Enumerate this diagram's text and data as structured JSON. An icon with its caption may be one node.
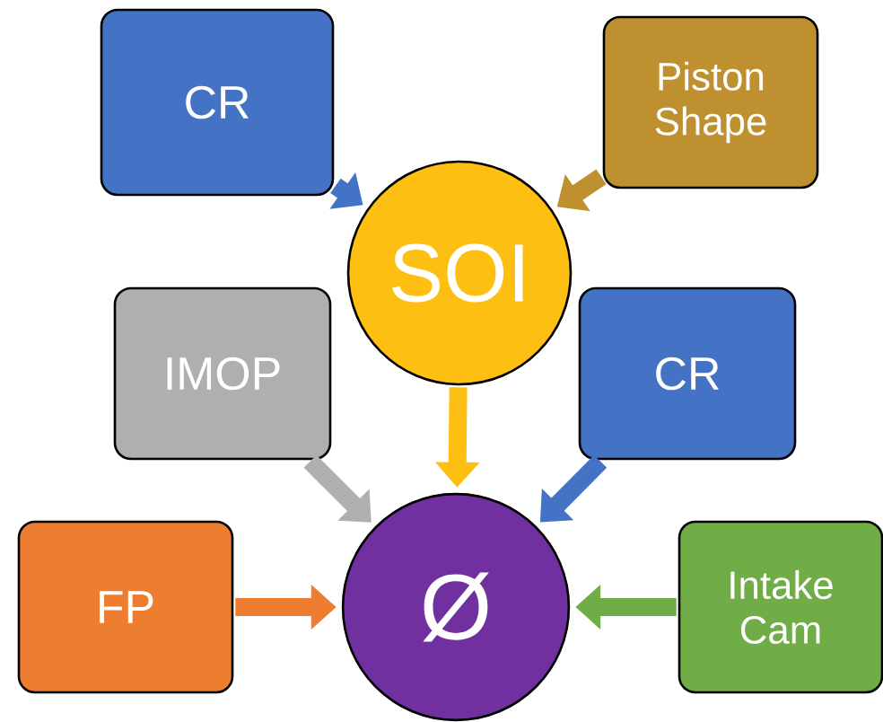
{
  "diagram": {
    "nodes": [
      {
        "text": [
          "CR"
        ]
      },
      {
        "text": [
          "Piston Shape"
        ]
      },
      {
        "text": [
          "SOI"
        ]
      },
      {
        "text": [
          "IMOP"
        ]
      },
      {
        "text": [
          "CR"
        ]
      },
      {
        "text": [
          "FP"
        ]
      },
      {
        "text": [
          "Ø"
        ]
      },
      {
        "text": [
          "Intake Cam"
        ]
      }
    ],
    "edges": [
      {
        "from": 0,
        "to": 2,
        "arrow": "to",
        "color": "#4472c4"
      },
      {
        "from": 1,
        "to": 2,
        "arrow": "to",
        "color": "#bf9030"
      },
      {
        "from": 2,
        "to": 6,
        "arrow": "to",
        "color": "#fdbf12"
      },
      {
        "from": 3,
        "to": 6,
        "arrow": "to",
        "color": "#afafaf"
      },
      {
        "from": 4,
        "to": 6,
        "arrow": "to",
        "color": "#4472c4"
      },
      {
        "from": 5,
        "to": 6,
        "arrow": "to",
        "color": "#ed7d31"
      },
      {
        "from": 7,
        "to": 6,
        "arrow": "to",
        "color": "#70ad47"
      }
    ]
  }
}
